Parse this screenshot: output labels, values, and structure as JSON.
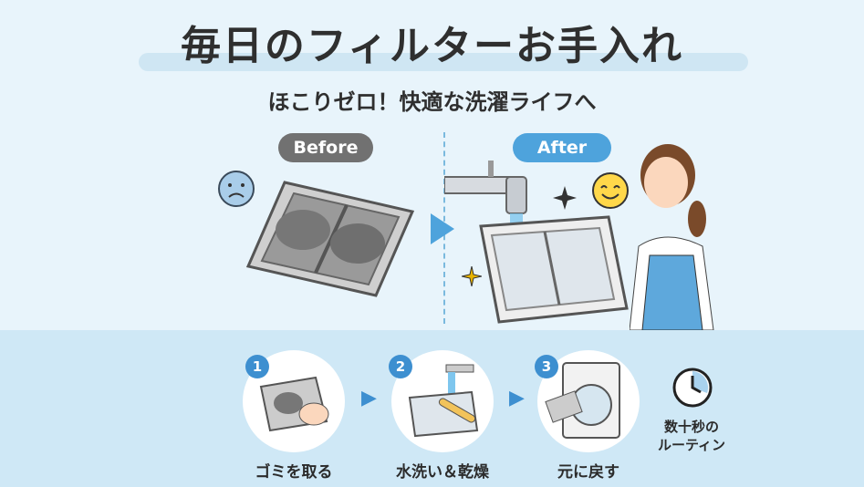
{
  "title": "毎日のフィルターお手入れ",
  "subtitle": "ほこりゼロ！快適な洗濯ライフへ",
  "comparison": {
    "before_label": "Before",
    "after_label": "After"
  },
  "steps": [
    {
      "number": "1",
      "label": "ゴミを取る"
    },
    {
      "number": "2",
      "label": "水洗い＆乾燥"
    },
    {
      "number": "3",
      "label": "元に戻す"
    }
  ],
  "routine": {
    "line1": "数十秒の",
    "line2": "ルーティン"
  },
  "colors": {
    "accent": "#4ea3dc",
    "band": "#cfe8f6",
    "background": "#e8f4fb"
  }
}
